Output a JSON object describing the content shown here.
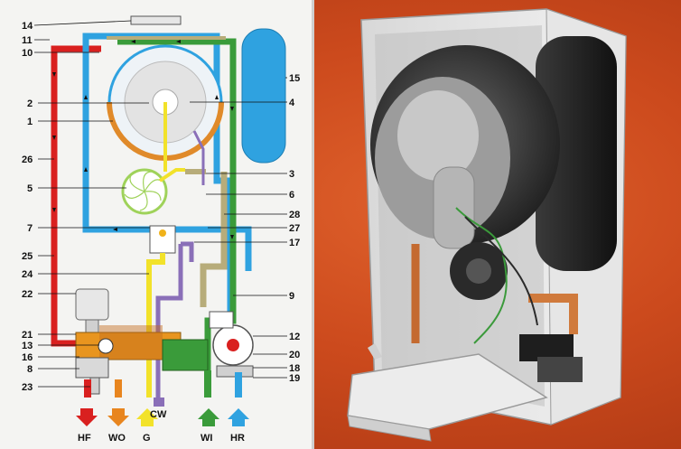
{
  "figure": {
    "left_panel": "schematic",
    "right_panel": "boiler-photo"
  },
  "colors": {
    "flow_hot": "#d9201f",
    "return_blue": "#2fa2e0",
    "domestic_cold": "#3a9b3a",
    "domestic_hot_out": "#e8851e",
    "gas": "#f2e22a",
    "condensate": "#8a6fb8",
    "flue_tan": "#b7ac7a",
    "background": "#c9471c"
  },
  "labels": {
    "l1": "1",
    "l2": "2",
    "l3": "3",
    "l4": "4",
    "l5": "5",
    "l6": "6",
    "l7": "7",
    "l8": "8",
    "l9": "9",
    "l10": "10",
    "l11": "11",
    "l12": "12",
    "l13": "13",
    "l14": "14",
    "l15": "15",
    "l16": "16",
    "l17": "17",
    "l18": "18",
    "l19": "19",
    "l20": "20",
    "l21": "21",
    "l22": "22",
    "l23": "23",
    "l24": "24",
    "l25": "25",
    "l26": "26",
    "l27": "27",
    "l28": "28"
  },
  "connections": [
    {
      "label": "HF",
      "icon": "red-down-arrow-icon"
    },
    {
      "label": "WO",
      "icon": "orange-down-arrow-icon"
    },
    {
      "label": "G",
      "icon": "yellow-up-arrow-icon"
    },
    {
      "label": "CW",
      "icon": "purple-block-icon"
    },
    {
      "label": "WI",
      "icon": "green-up-arrow-icon"
    },
    {
      "label": "HR",
      "icon": "blue-up-arrow-icon"
    }
  ]
}
